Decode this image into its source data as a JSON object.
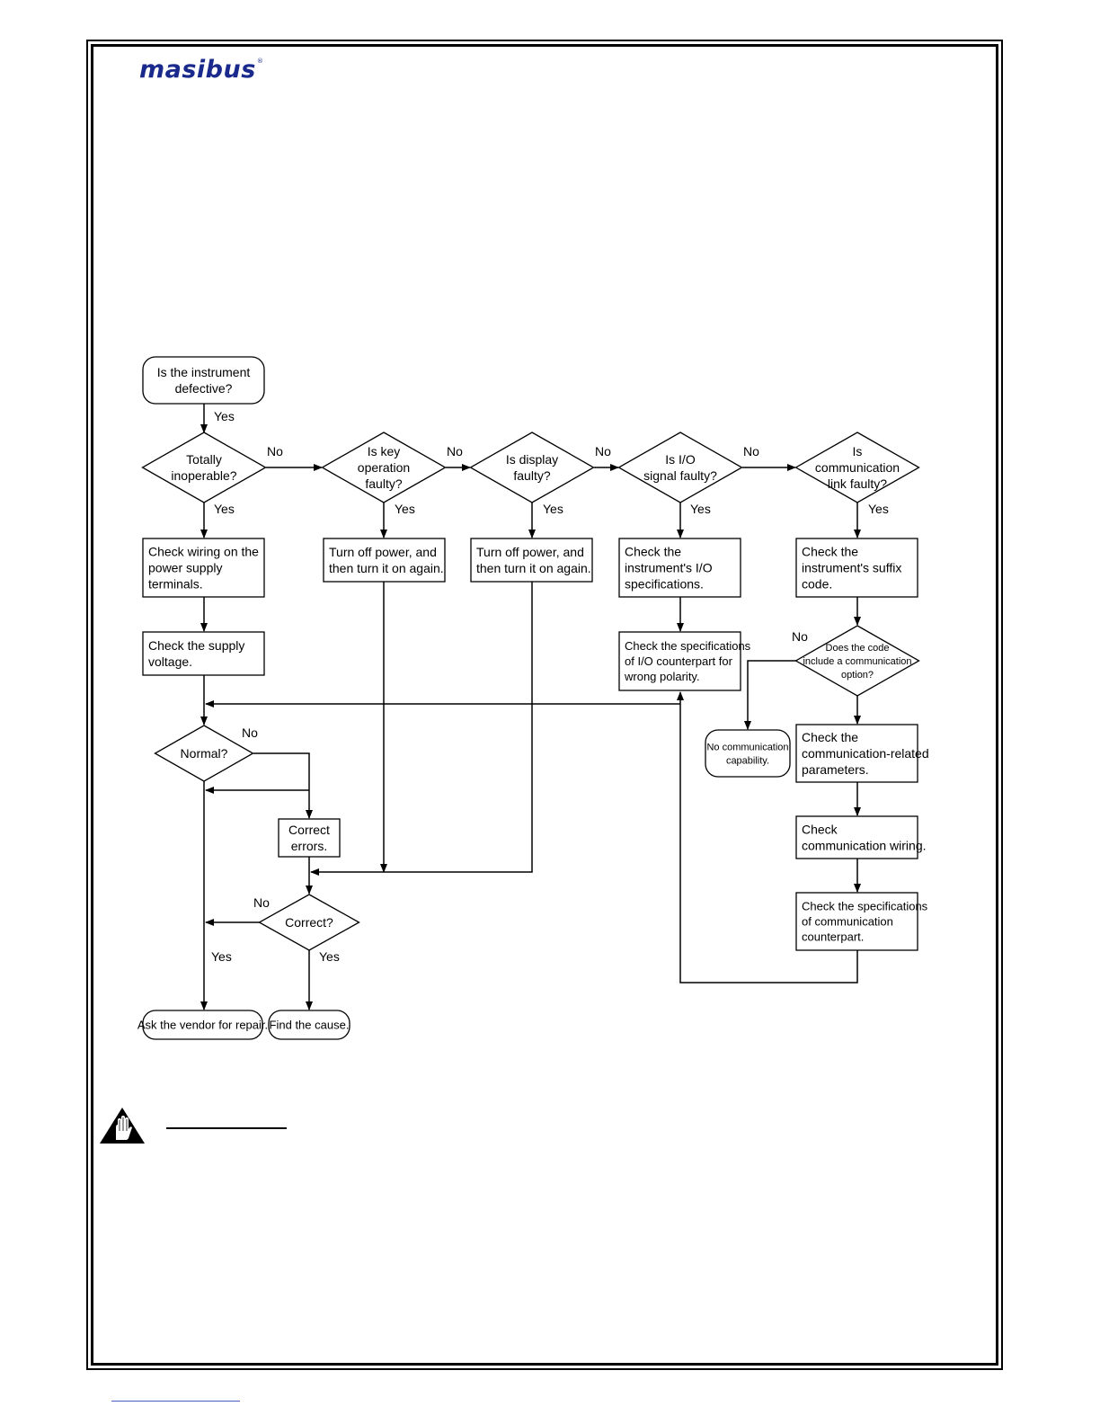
{
  "header": {
    "logo_text": "masibus",
    "registered_mark": "®"
  },
  "flowchart": {
    "start": [
      "Is the instrument",
      "defective?"
    ],
    "d_inoperable": [
      "Totally",
      "inoperable?"
    ],
    "d_key": [
      "Is key",
      "operation",
      "faulty?"
    ],
    "d_display": [
      "Is display",
      "faulty?"
    ],
    "d_io": [
      "Is I/O",
      "signal faulty?"
    ],
    "d_comm": [
      "Is",
      "communication",
      "link faulty?"
    ],
    "b_wiring": [
      "Check wiring on the",
      "power supply",
      "terminals."
    ],
    "b_key_power": [
      "Turn off power, and",
      "then turn it on again."
    ],
    "b_disp_power": [
      "Turn off power, and",
      "then turn it on again."
    ],
    "b_io_spec": [
      "Check the",
      "instrument's I/O",
      "specifications."
    ],
    "b_suffix": [
      "Check the",
      "instrument's suffix",
      "code."
    ],
    "b_voltage": [
      "Check the supply",
      "voltage."
    ],
    "b_io_counter": [
      "Check the specifications",
      "of I/O counterpart for",
      "wrong polarity."
    ],
    "d_code": [
      "Does the code",
      "include a communication",
      "option?"
    ],
    "d_normal": [
      "Normal?"
    ],
    "t_nocomm": [
      "No communication",
      "capability."
    ],
    "b_comm_params": [
      "Check the",
      "communication-related",
      "parameters."
    ],
    "b_correct_err": [
      "Correct",
      "errors."
    ],
    "b_comm_wiring": [
      "Check",
      "communication wiring."
    ],
    "d_correct": [
      "Correct?"
    ],
    "b_comm_counter": [
      "Check the specifications",
      "of communication",
      "counterpart."
    ],
    "t_vendor": [
      "Ask the vendor for repair."
    ],
    "t_cause": [
      "Find the cause."
    ],
    "label_yes": "Yes",
    "label_no": "No"
  },
  "icons": {
    "caution": "caution-hand-icon"
  }
}
